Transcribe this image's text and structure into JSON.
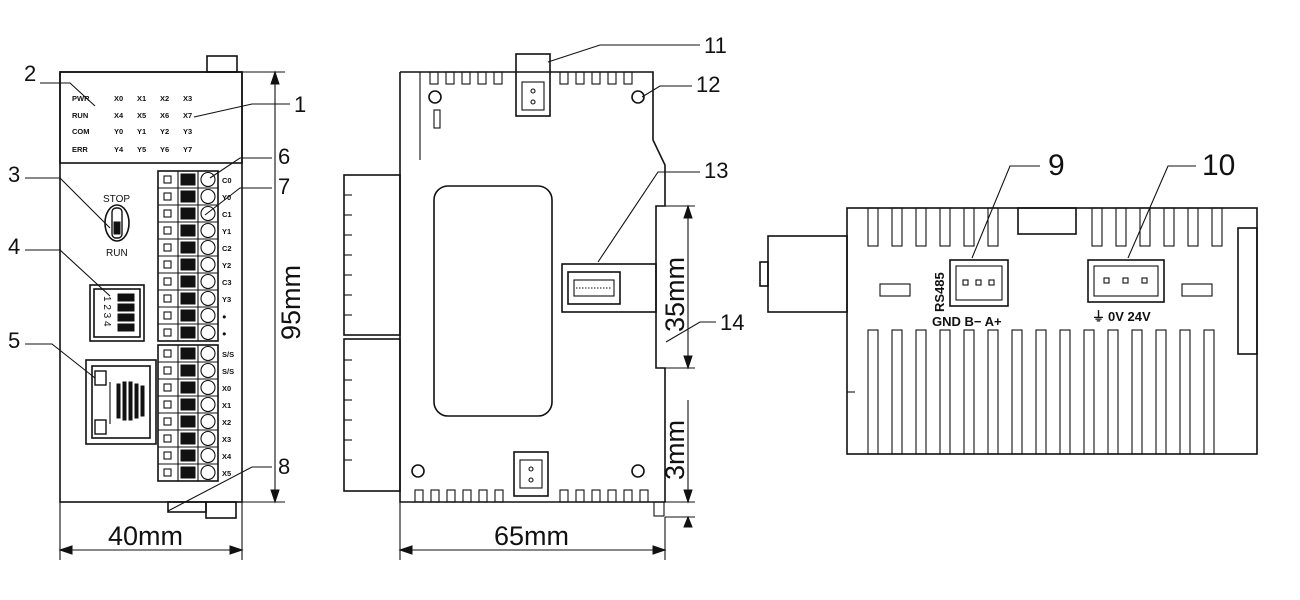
{
  "callouts": {
    "c1": "1",
    "c2": "2",
    "c3": "3",
    "c4": "4",
    "c5": "5",
    "c6": "6",
    "c7": "7",
    "c8": "8",
    "c9": "9",
    "c10": "10",
    "c11": "11",
    "c12": "12",
    "c13": "13",
    "c14": "14"
  },
  "dimensions": {
    "height": "95mm",
    "width_front": "40mm",
    "width_side": "65mm",
    "rail": "35mm",
    "offset": "3mm"
  },
  "leds": {
    "status": [
      "PWR",
      "RUN",
      "COM",
      "ERR"
    ],
    "io": [
      [
        "X0",
        "X1",
        "X2",
        "X3"
      ],
      [
        "X4",
        "X5",
        "X6",
        "X7"
      ],
      [
        "Y0",
        "Y1",
        "Y2",
        "Y3"
      ],
      [
        "Y4",
        "Y5",
        "Y6",
        "Y7"
      ]
    ]
  },
  "switch": {
    "top": "STOP",
    "bottom": "RUN"
  },
  "dip": {
    "numbers": "1 2 3 4"
  },
  "terminals": {
    "upper": [
      "C0",
      "Y0",
      "C1",
      "Y1",
      "C2",
      "Y2",
      "C3",
      "Y3",
      "●",
      "●"
    ],
    "lower": [
      "S/S",
      "S/S",
      "X0",
      "X1",
      "X2",
      "X3",
      "X4",
      "X5"
    ]
  },
  "bottom_view": {
    "rs485": "RS485",
    "rs485_pins": "GND B−  A+",
    "power_pins": "0V 24V",
    "ground_symbol": "⏚"
  }
}
